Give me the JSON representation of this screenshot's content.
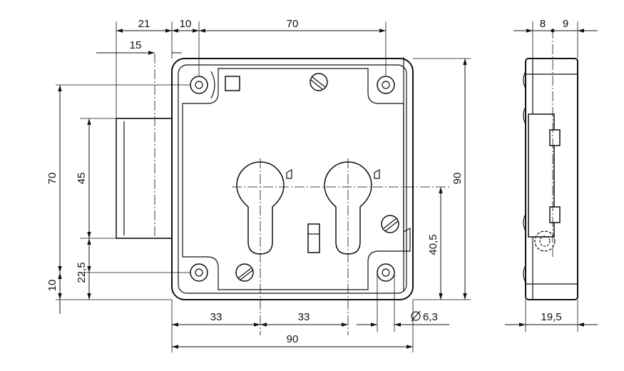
{
  "dimensions": {
    "top_21": "21",
    "top_10": "10",
    "top_70": "70",
    "top_15": "15",
    "left_70": "70",
    "left_45": "45",
    "left_22_5": "22,5",
    "left_10": "10",
    "right_90": "90",
    "right_40_5": "40,5",
    "bottom_33_a": "33",
    "bottom_33_b": "33",
    "bottom_90": "90",
    "diameter": "6,3",
    "side_8": "8",
    "side_9": "9",
    "side_19_5": "19,5"
  },
  "colors": {
    "line": "#111111",
    "background": "#ffffff"
  }
}
